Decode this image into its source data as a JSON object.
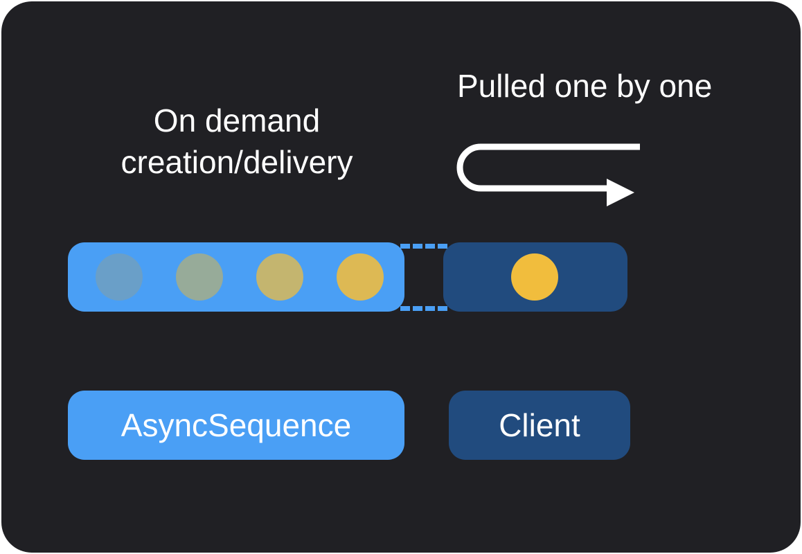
{
  "labels": {
    "pulled": "Pulled one by one",
    "on_demand_line1": "On demand",
    "on_demand_line2": "creation/delivery"
  },
  "boxes": {
    "sequence": "AsyncSequence",
    "client": "Client"
  },
  "colors": {
    "background": "#202024",
    "sequence_blue": "#4a9ff5",
    "client_navy": "#214b7e",
    "item_yellow": "#f1bd3d",
    "arrow": "#ffffff"
  },
  "items": {
    "sequence_items": [
      {
        "color": "#6a9fc8"
      },
      {
        "color": "#97ab99"
      },
      {
        "color": "#c4b56f"
      },
      {
        "color": "#ddb954"
      }
    ],
    "client_item": {
      "color": "#f1bd3d"
    }
  }
}
